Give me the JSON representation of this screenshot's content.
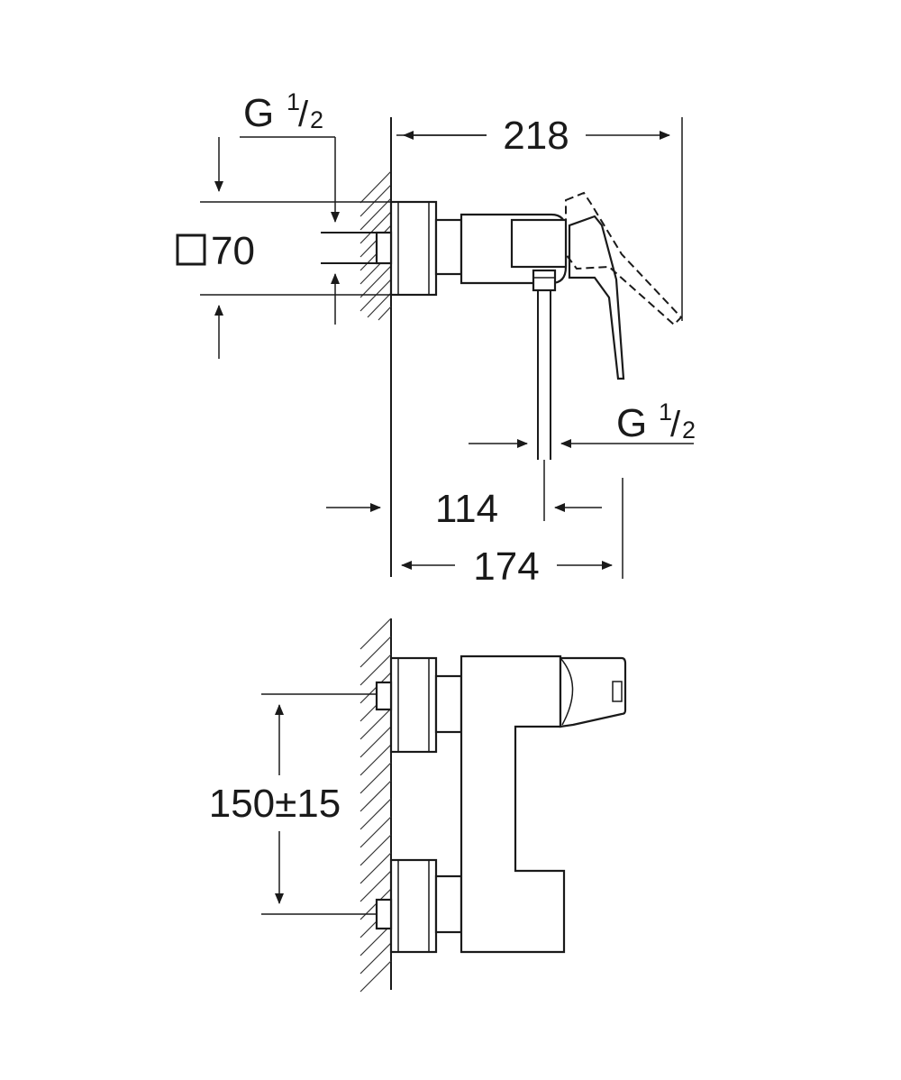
{
  "top_view": {
    "dim_width_overall": "218",
    "dim_center_to_wall": "114",
    "dim_depth": "174",
    "dim_square": "70",
    "thread_inlet": {
      "main": "G",
      "num": "1",
      "den": "2"
    },
    "thread_outlet": {
      "main": "G",
      "num": "1",
      "den": "2"
    }
  },
  "front_view": {
    "dim_spacing": "150±15"
  }
}
